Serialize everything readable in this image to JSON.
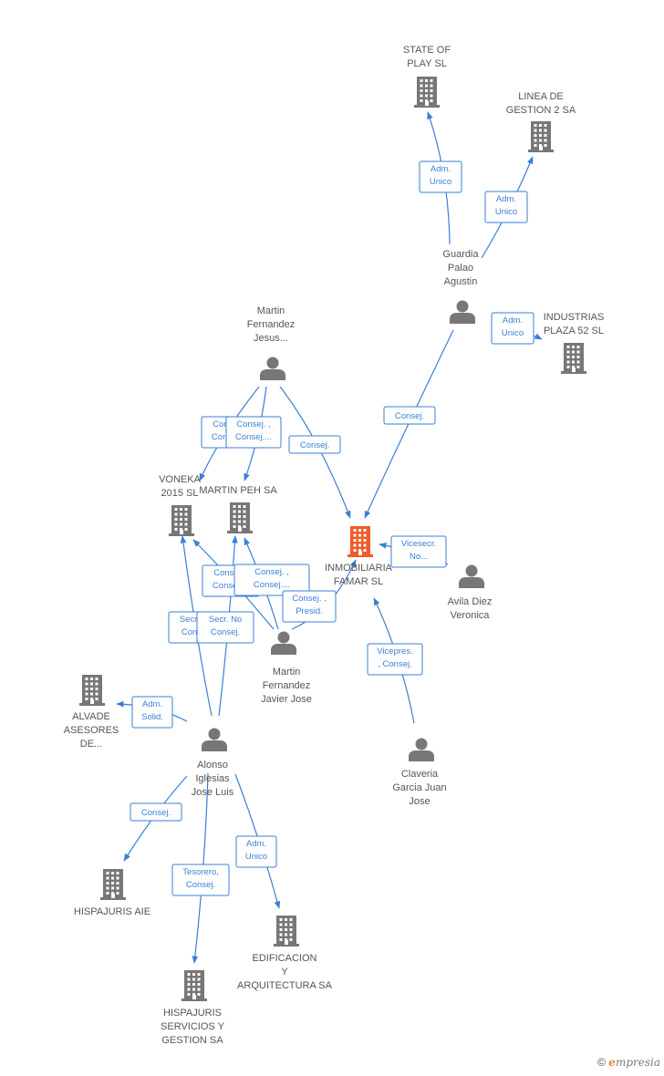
{
  "colors": {
    "edge": "#3a7fd5",
    "node_gray": "#777777",
    "node_focus": "#f05a28",
    "text": "#555555"
  },
  "nodes": [
    {
      "id": "state",
      "type": "company",
      "label": [
        "STATE OF",
        "PLAY SL"
      ]
    },
    {
      "id": "linea",
      "type": "company",
      "label": [
        "LINEA DE",
        "GESTION 2 SA"
      ]
    },
    {
      "id": "guardia",
      "type": "person",
      "label": [
        "Guardia",
        "Palao",
        "Agustin"
      ]
    },
    {
      "id": "industrias",
      "type": "company",
      "label": [
        "INDUSTRIAS",
        "PLAZA 52 SL"
      ]
    },
    {
      "id": "martinj",
      "type": "person",
      "label": [
        "Martin",
        "Fernandez",
        "Jesus..."
      ]
    },
    {
      "id": "voneka",
      "type": "company",
      "label": [
        "VONEKA",
        "2015 SL"
      ]
    },
    {
      "id": "martinpeh",
      "type": "company",
      "label": [
        "MARTIN PEH SA"
      ]
    },
    {
      "id": "inmob",
      "type": "company",
      "focus": true,
      "label": [
        "INMOBILIARIA",
        "FAMAR SL"
      ]
    },
    {
      "id": "avila",
      "type": "person",
      "label": [
        "Avila Diez",
        "Veronica"
      ]
    },
    {
      "id": "martinjj",
      "type": "person",
      "label": [
        "Martin",
        "Fernandez",
        "Javier Jose"
      ]
    },
    {
      "id": "alvade",
      "type": "company",
      "label": [
        "ALVADE",
        "ASESORES",
        "DE..."
      ]
    },
    {
      "id": "alonso",
      "type": "person",
      "label": [
        "Alonso",
        "Iglesias",
        "Jose Luis"
      ]
    },
    {
      "id": "claveria",
      "type": "person",
      "label": [
        "Claveria",
        "Garcia Juan",
        "Jose"
      ]
    },
    {
      "id": "hispaie",
      "type": "company",
      "label": [
        "HISPAJURIS AIE"
      ]
    },
    {
      "id": "edif",
      "type": "company",
      "label": [
        "EDIFICACION",
        "Y",
        "ARQUITECTURA SA"
      ]
    },
    {
      "id": "hispserv",
      "type": "company",
      "label": [
        "HISPAJURIS",
        "SERVICIOS Y",
        "GESTION SA"
      ]
    }
  ],
  "edges": [
    {
      "from": "guardia",
      "to": "state",
      "label": [
        "Adm.",
        "Unico"
      ]
    },
    {
      "from": "guardia",
      "to": "linea",
      "label": [
        "Adm.",
        "Unico"
      ]
    },
    {
      "from": "guardia",
      "to": "industrias",
      "label": [
        "Adm.",
        "Unico"
      ]
    },
    {
      "from": "guardia",
      "to": "inmob",
      "label": [
        "Consej."
      ]
    },
    {
      "from": "martinj",
      "to": "voneka",
      "label": [
        "Consej. ,",
        "Consej...."
      ]
    },
    {
      "from": "martinj",
      "to": "martinpeh",
      "label": [
        "Consej. ,",
        "Consej...."
      ]
    },
    {
      "from": "martinj",
      "to": "inmob",
      "label": [
        "Consej."
      ]
    },
    {
      "from": "alonso",
      "to": "voneka",
      "label": [
        "Secr.  No",
        "Consej."
      ]
    },
    {
      "from": "alonso",
      "to": "martinpeh",
      "label": [
        "Secr.  No",
        "Consej."
      ]
    },
    {
      "from": "martinjj",
      "to": "voneka",
      "label": [
        "Consej. ,",
        "Consej...."
      ]
    },
    {
      "from": "martinjj",
      "to": "martinpeh",
      "label": [
        "Consej. ,",
        "Consej...."
      ]
    },
    {
      "from": "martinjj",
      "to": "inmob",
      "label": [
        "Consej. ,",
        "Presid."
      ]
    },
    {
      "from": "avila",
      "to": "inmob",
      "label": [
        "Vicesecr.",
        "No..."
      ]
    },
    {
      "from": "claveria",
      "to": "inmob",
      "label": [
        "Vicepres.",
        ", Consej."
      ]
    },
    {
      "from": "alonso",
      "to": "alvade",
      "label": [
        "Adm.",
        "Solid."
      ]
    },
    {
      "from": "alonso",
      "to": "hispaie",
      "label": [
        "Consej."
      ]
    },
    {
      "from": "alonso",
      "to": "edif",
      "label": [
        "Adm.",
        "Unico"
      ]
    },
    {
      "from": "alonso",
      "to": "hispserv",
      "label": [
        "Tesorero,",
        "Consej."
      ]
    }
  ],
  "footer": {
    "copyright": "©",
    "brand_first": "e",
    "brand_rest": "mpresia"
  }
}
